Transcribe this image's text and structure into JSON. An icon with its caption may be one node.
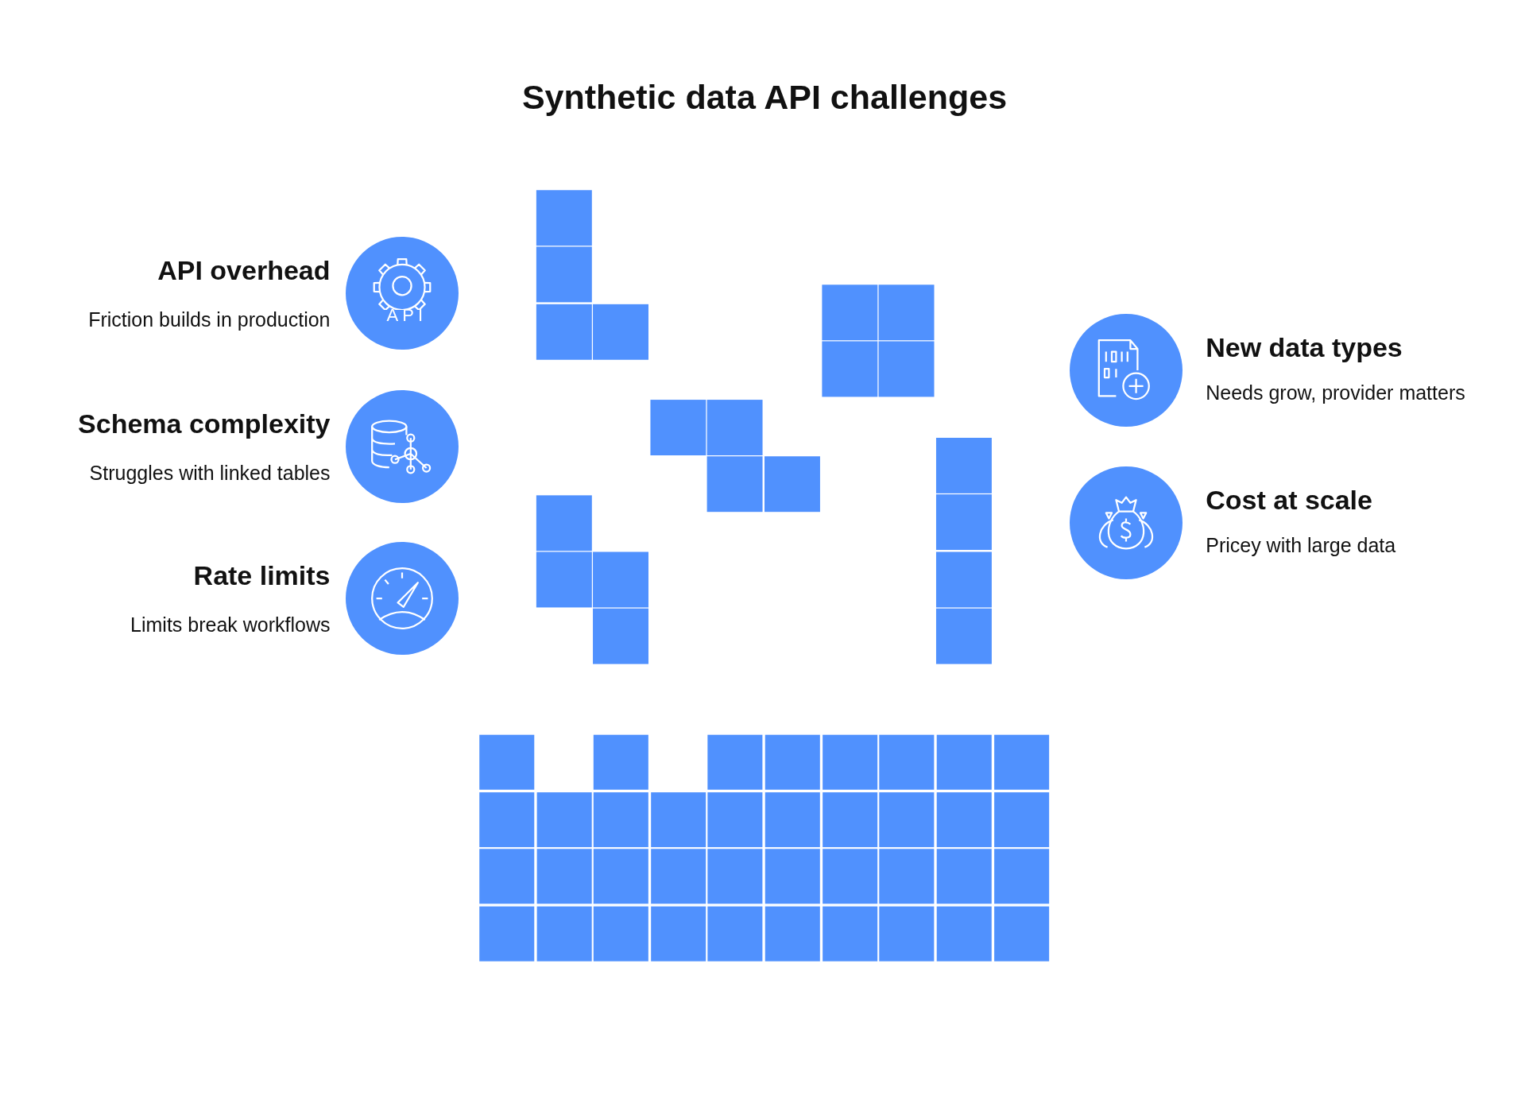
{
  "diagram": {
    "title": "Synthetic data API challenges",
    "nodes": [
      {
        "text": [
          "API overhead",
          "Friction builds in production"
        ]
      },
      {
        "text": [
          "Schema complexity",
          "Struggles with linked tables"
        ]
      },
      {
        "text": [
          "Rate limits",
          "Limits break workflows"
        ]
      },
      {
        "text": [
          "New data types",
          "Needs grow, provider matters"
        ]
      },
      {
        "text": [
          "Cost at scale",
          "Pricey with large data"
        ]
      }
    ],
    "labels": [
      "API"
    ]
  }
}
